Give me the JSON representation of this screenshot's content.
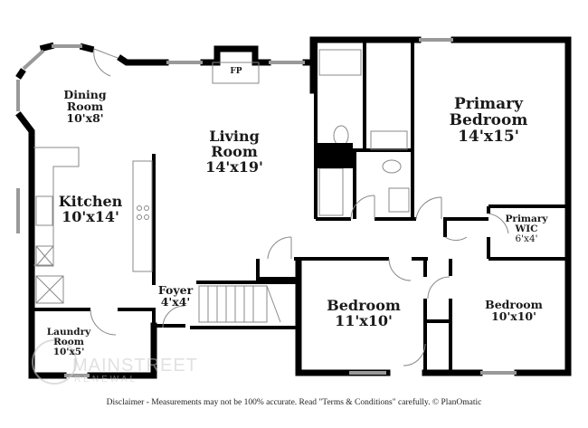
{
  "rooms": {
    "dining": {
      "name_line1": "Dining",
      "name_line2": "Room",
      "size": "10'x8'"
    },
    "fireplace": {
      "label": "FP"
    },
    "living": {
      "name_line1": "Living",
      "name_line2": "Room",
      "size": "14'x19'"
    },
    "primary_bedroom": {
      "name_line1": "Primary",
      "name_line2": "Bedroom",
      "size": "14'x15'"
    },
    "kitchen": {
      "name": "Kitchen",
      "size": "10'x14'"
    },
    "primary_wic": {
      "name_line1": "Primary",
      "name_line2": "WIC",
      "size": "6'x4'"
    },
    "foyer": {
      "name": "Foyer",
      "size": "4'x4'"
    },
    "bedroom_2": {
      "name": "Bedroom",
      "size": "11'x10'"
    },
    "bedroom_3": {
      "name": "Bedroom",
      "size": "10'x10'"
    },
    "laundry": {
      "name_line1": "Laundry",
      "name_line2": "Room",
      "size": "10'x5'"
    }
  },
  "watermark": {
    "line1": "MAINSTREET",
    "line2": "RENEWAL"
  },
  "disclaimer": "Disclaimer - Measurements may not be 100% accurate. Read \"Terms & Conditions\" carefully. © PlanOmatic",
  "colors": {
    "wall": "#000000",
    "fixture": "#888888",
    "background": "#ffffff"
  }
}
